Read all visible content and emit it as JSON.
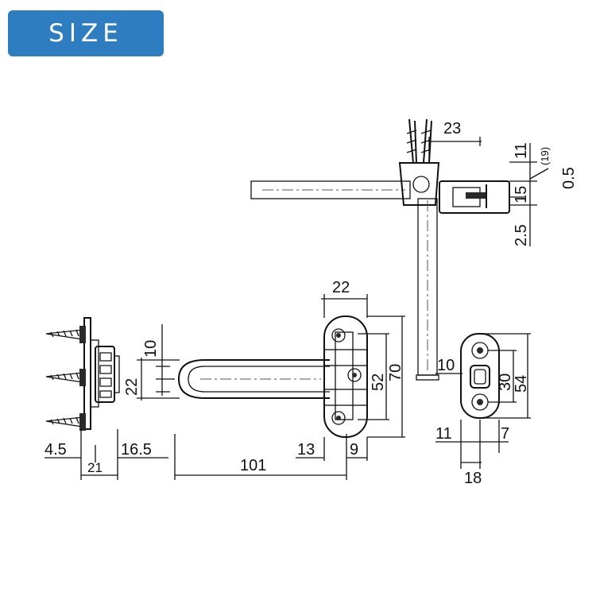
{
  "badge": {
    "label": "SIZE",
    "color": "#2e7dc1"
  },
  "dims": {
    "d23": "23",
    "d11": "11",
    "d19": "(19)",
    "d05": "0.5",
    "d15": "15",
    "d25": "2.5",
    "d22top": "22",
    "d10left": "10",
    "d22left": "22",
    "d52": "52",
    "d70": "70",
    "d10right": "10",
    "d30": "30",
    "d54": "54",
    "d45": "4.5",
    "d165": "16.5",
    "d21": "21",
    "d101": "101",
    "d13": "13",
    "d9": "9",
    "d11b": "11",
    "d7": "7",
    "d18": "18"
  }
}
